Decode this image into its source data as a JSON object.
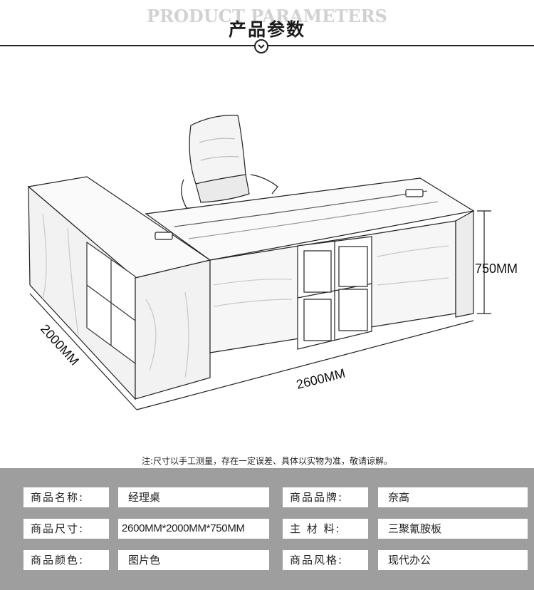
{
  "header": {
    "title_en": "PRODUCT PARAMETERS",
    "title_cn": "产品参数"
  },
  "icons": {
    "header_chevron": "chevron-down-circle-icon"
  },
  "dimensions": {
    "height_label": "750MM",
    "depth_label": "2000MM",
    "width_label": "2600MM"
  },
  "note": "注:尺寸以手工测量，存在一定误差、具体以实物为准，敬请谅解。",
  "specs": [
    {
      "label": "商品名称:",
      "value": "经理桌"
    },
    {
      "label": "商品品牌:",
      "value": "奈高"
    },
    {
      "label": "商品尺寸:",
      "value": "2600MM*2000MM*750MM"
    },
    {
      "label": "主 材 料:",
      "value": "三聚氰胺板"
    },
    {
      "label": "商品颜色:",
      "value": "图片色"
    },
    {
      "label": "商品风格:",
      "value": "现代办公"
    }
  ],
  "colors": {
    "panel_bg": "#9e9e9e",
    "line": "#222222",
    "watermark": "#d2d2d2"
  }
}
